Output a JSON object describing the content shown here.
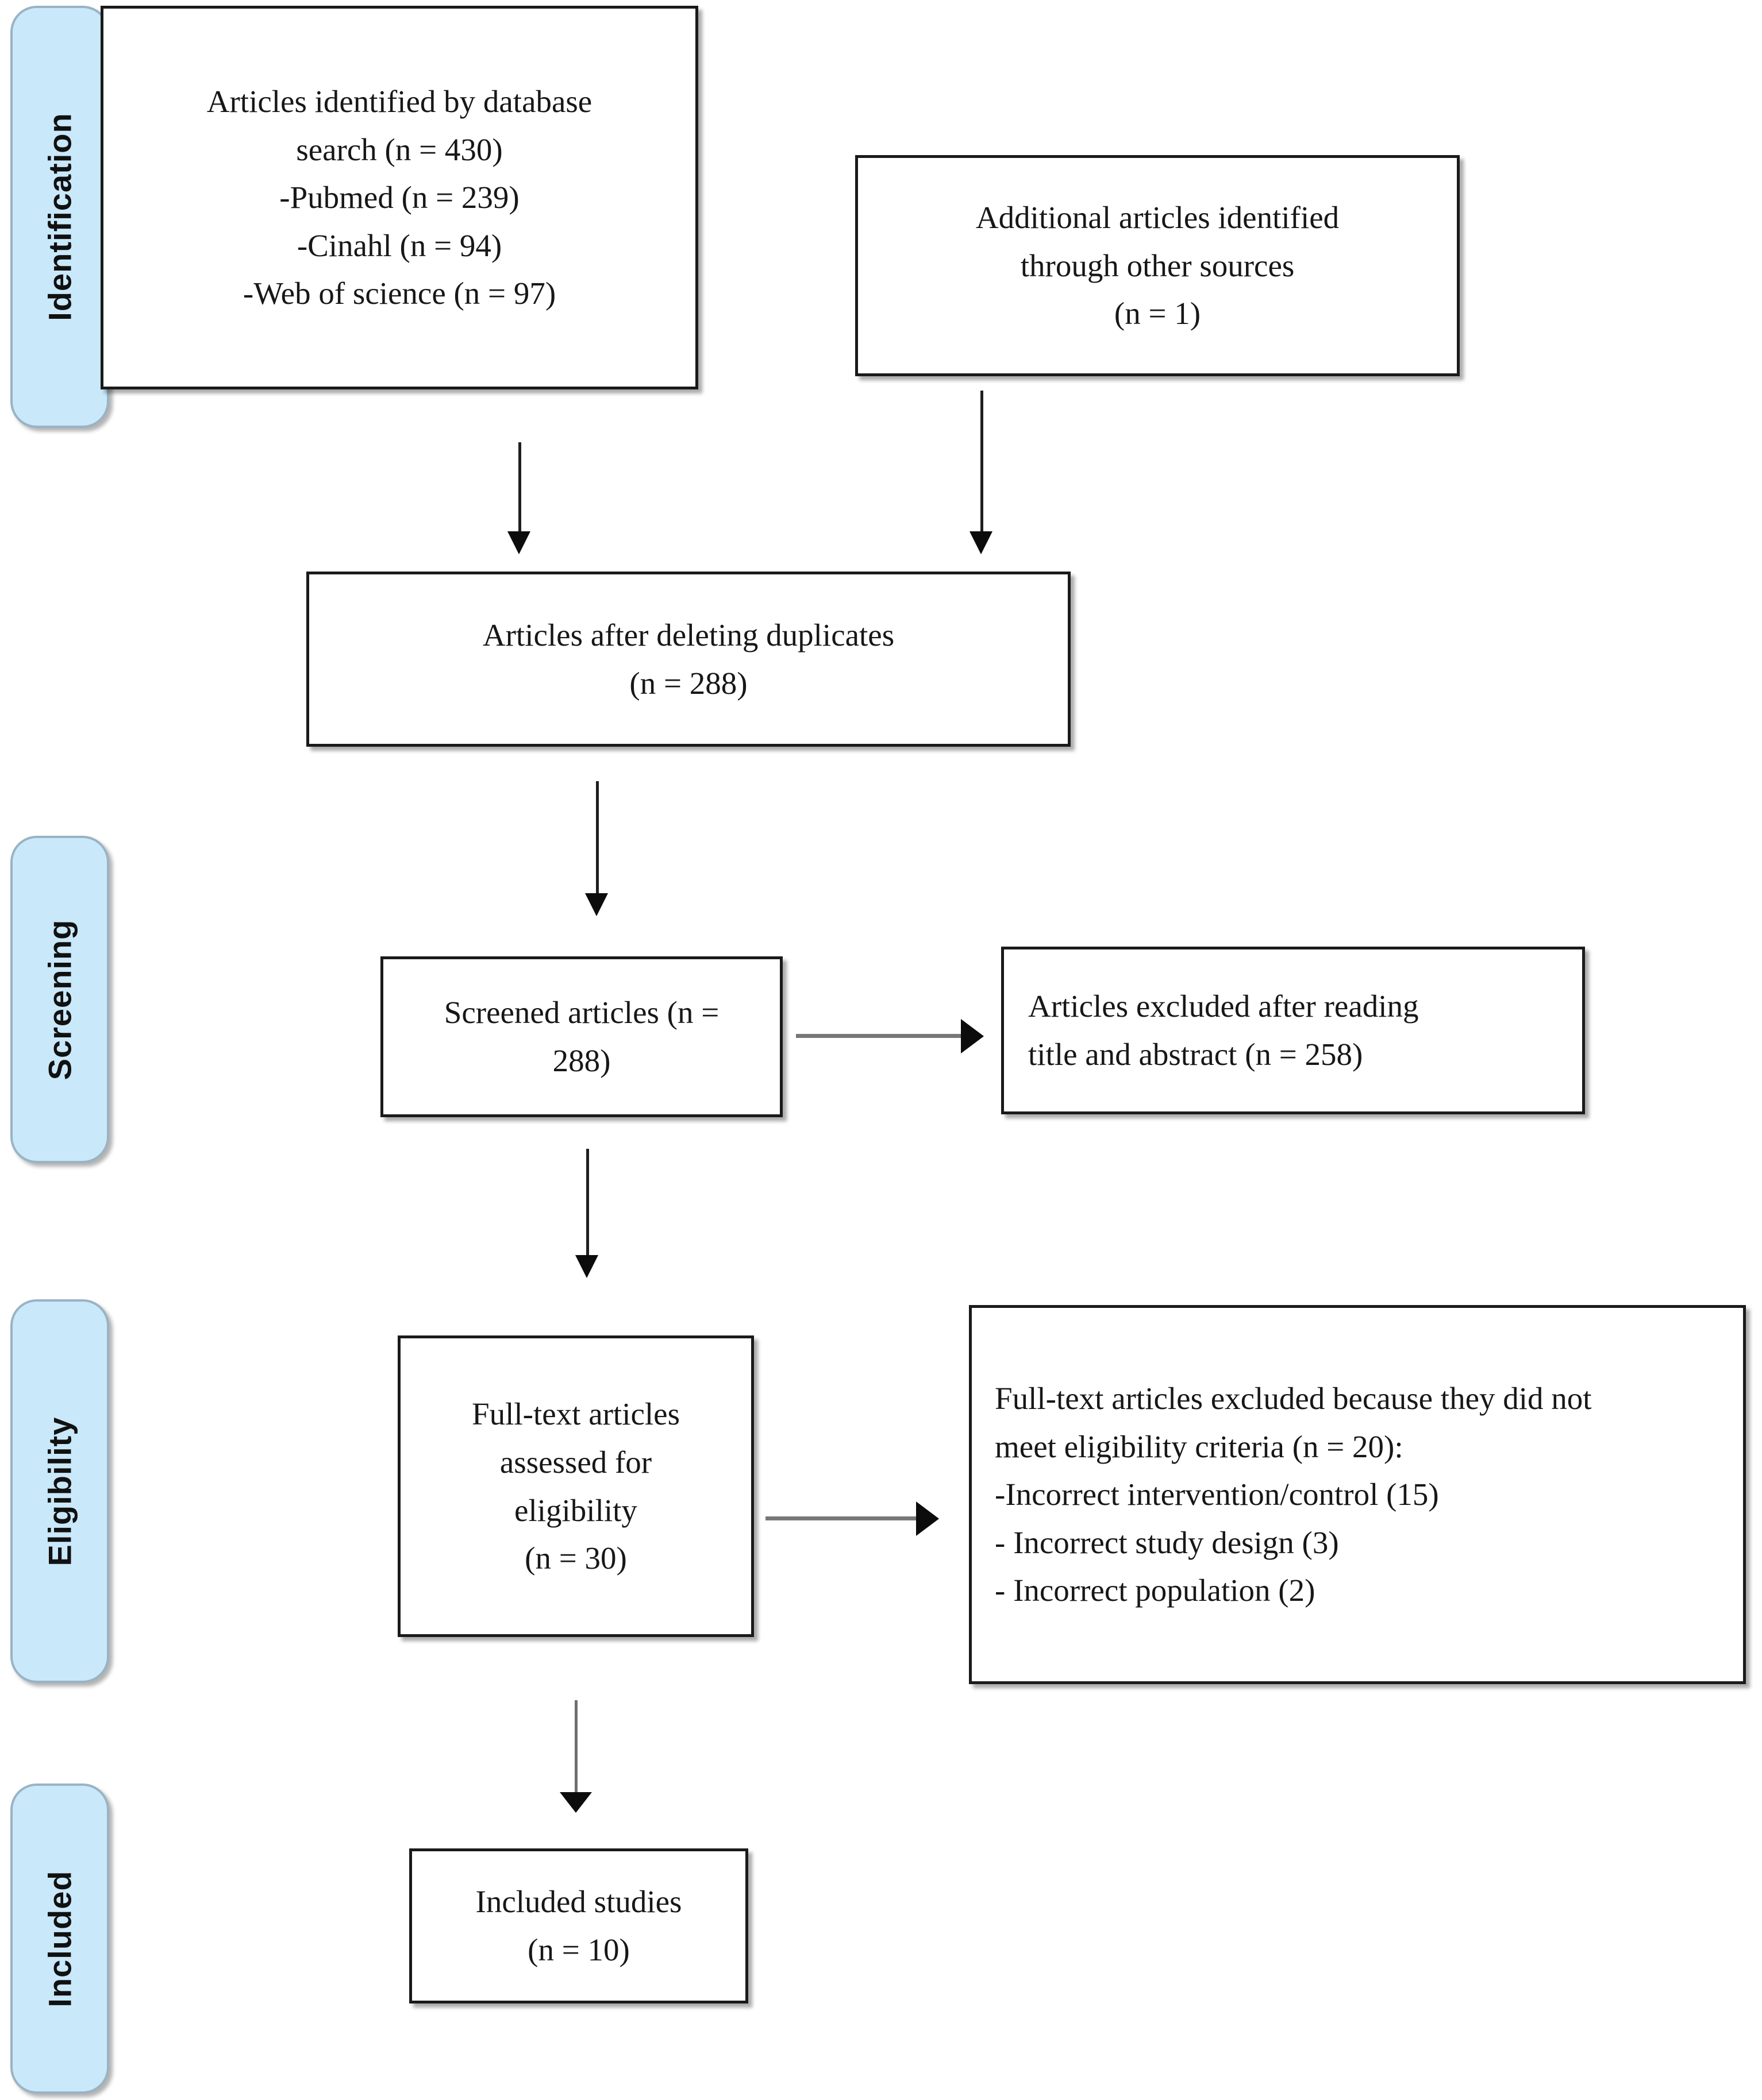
{
  "diagram": {
    "type": "prisma-flow-diagram",
    "accent_color": "#c9e8fa",
    "box_border_color": "#1a1a1a",
    "arrow_color": "#6f6f6f"
  },
  "stages": [
    {
      "key": "identification",
      "label": "Identification"
    },
    {
      "key": "screening",
      "label": "Screening"
    },
    {
      "key": "eligibility",
      "label": "Eligibility"
    },
    {
      "key": "included",
      "label": "Included"
    }
  ],
  "boxes": {
    "database_search": {
      "lines": [
        "Articles identified by database",
        "search (n = 430)",
        "-Pubmed (n = 239)",
        "-Cinahl (n = 94)",
        "-Web of science (n = 97)"
      ]
    },
    "other_sources": {
      "lines": [
        "Additional articles identified",
        "through other sources",
        "(n = 1)"
      ]
    },
    "after_duplicates": {
      "lines": [
        "Articles after deleting duplicates",
        "(n = 288)"
      ]
    },
    "screened": {
      "lines": [
        "Screened articles (n =",
        "288)"
      ]
    },
    "excluded_title_abstract": {
      "lines": [
        "Articles excluded after reading",
        "title and abstract (n = 258)"
      ]
    },
    "fulltext_assessed": {
      "lines": [
        "Full-text articles",
        "assessed for",
        "eligibility",
        "(n = 30)"
      ]
    },
    "fulltext_excluded": {
      "lines": [
        "Full-text articles excluded because they did not",
        "meet eligibility criteria (n = 20):",
        "-Incorrect intervention/control (15)",
        "- Incorrect study design (3)",
        "- Incorrect population (2)"
      ]
    },
    "included_studies": {
      "lines": [
        "Included studies",
        "(n = 10)"
      ]
    }
  },
  "chart_data": {
    "type": "table",
    "title": "PRISMA flow diagram",
    "nodes": [
      {
        "id": "database_search",
        "stage": "Identification",
        "n": 430,
        "breakdown": [
          {
            "source": "Pubmed",
            "n": 239
          },
          {
            "source": "Cinahl",
            "n": 94
          },
          {
            "source": "Web of science",
            "n": 97
          }
        ]
      },
      {
        "id": "other_sources",
        "stage": "Identification",
        "n": 1
      },
      {
        "id": "after_duplicates",
        "stage": "Identification",
        "n": 288
      },
      {
        "id": "screened",
        "stage": "Screening",
        "n": 288
      },
      {
        "id": "excluded_title_abstract",
        "stage": "Screening",
        "n": 258
      },
      {
        "id": "fulltext_assessed",
        "stage": "Eligibility",
        "n": 30
      },
      {
        "id": "fulltext_excluded",
        "stage": "Eligibility",
        "n": 20,
        "reasons": [
          {
            "reason": "Incorrect intervention/control",
            "n": 15
          },
          {
            "reason": "Incorrect study design",
            "n": 3
          },
          {
            "reason": "Incorrect population",
            "n": 2
          }
        ]
      },
      {
        "id": "included_studies",
        "stage": "Included",
        "n": 10
      }
    ],
    "edges": [
      {
        "from": "database_search",
        "to": "after_duplicates"
      },
      {
        "from": "other_sources",
        "to": "after_duplicates"
      },
      {
        "from": "after_duplicates",
        "to": "screened"
      },
      {
        "from": "screened",
        "to": "excluded_title_abstract"
      },
      {
        "from": "screened",
        "to": "fulltext_assessed"
      },
      {
        "from": "fulltext_assessed",
        "to": "fulltext_excluded"
      },
      {
        "from": "fulltext_assessed",
        "to": "included_studies"
      }
    ]
  }
}
